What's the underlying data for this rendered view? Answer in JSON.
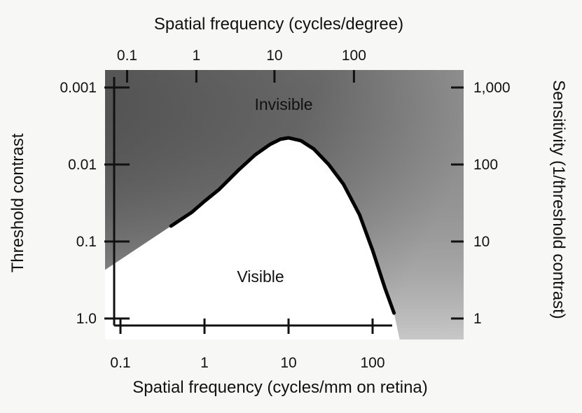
{
  "chart_data": {
    "type": "line",
    "top_xlabel": "Spatial frequency (cycles/degree)",
    "xlabel": "Spatial frequency (cycles/mm on retina)",
    "ylabel": "Threshold contrast",
    "right_ylabel": "Sensitivity (1/threshold contrast)",
    "x_scale": "log",
    "y_scale": "log",
    "xlim": [
      0.1,
      1000
    ],
    "ylim": [
      1.0,
      0.001
    ],
    "xticks": [
      "0.1",
      "1",
      "10",
      "100"
    ],
    "top_xticks": [
      "0.1",
      "1",
      "10",
      "100"
    ],
    "top_xtick_positions": [
      0.12,
      0.8,
      6.8,
      60
    ],
    "yticks": [
      "0.001",
      "0.01",
      "0.1",
      "1.0"
    ],
    "right_yticks": [
      "1,000",
      "100",
      "10",
      "1"
    ],
    "regions": {
      "invisible": "Invisible",
      "visible": "Visible"
    },
    "series": [
      {
        "x": [
          0.4,
          0.7,
          1.0,
          1.5,
          2.5,
          4.0,
          6.0,
          8.0,
          10.0,
          14.0,
          20.0,
          30.0,
          45.0,
          70.0,
          100.0,
          140.0,
          180.0
        ],
        "y": [
          0.063,
          0.042,
          0.03,
          0.021,
          0.012,
          0.0075,
          0.0055,
          0.0047,
          0.0045,
          0.0049,
          0.0063,
          0.01,
          0.018,
          0.045,
          0.13,
          0.4,
          0.85
        ]
      }
    ],
    "grid": false,
    "colors": {
      "shade_dark": "#4a4a4a",
      "shade_light": "#e6e6e6",
      "visible_region": "#ffffff",
      "curve": "#000000"
    }
  }
}
